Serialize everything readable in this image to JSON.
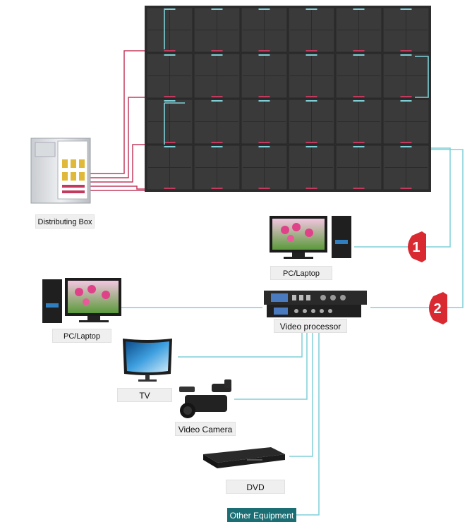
{
  "labels": {
    "distributing_box": "Distributing Box",
    "pc_top": "PC/Laptop",
    "pc_left": "PC/Laptop",
    "video_processor": "Video processor",
    "tv": "TV",
    "video_camera": "Video Camera",
    "dvd": "DVD",
    "other_equipment": "Other Equipment"
  },
  "badges": {
    "one": "1",
    "two": "2"
  },
  "colors": {
    "power_wire": "#c43a5e",
    "signal_wire": "#7fd0d8",
    "badge": "#d92a32",
    "other_equipment_bg": "#1b6f74",
    "screen_panel": "#3a3a3a"
  },
  "screen": {
    "rows": 4,
    "cols": 6
  }
}
